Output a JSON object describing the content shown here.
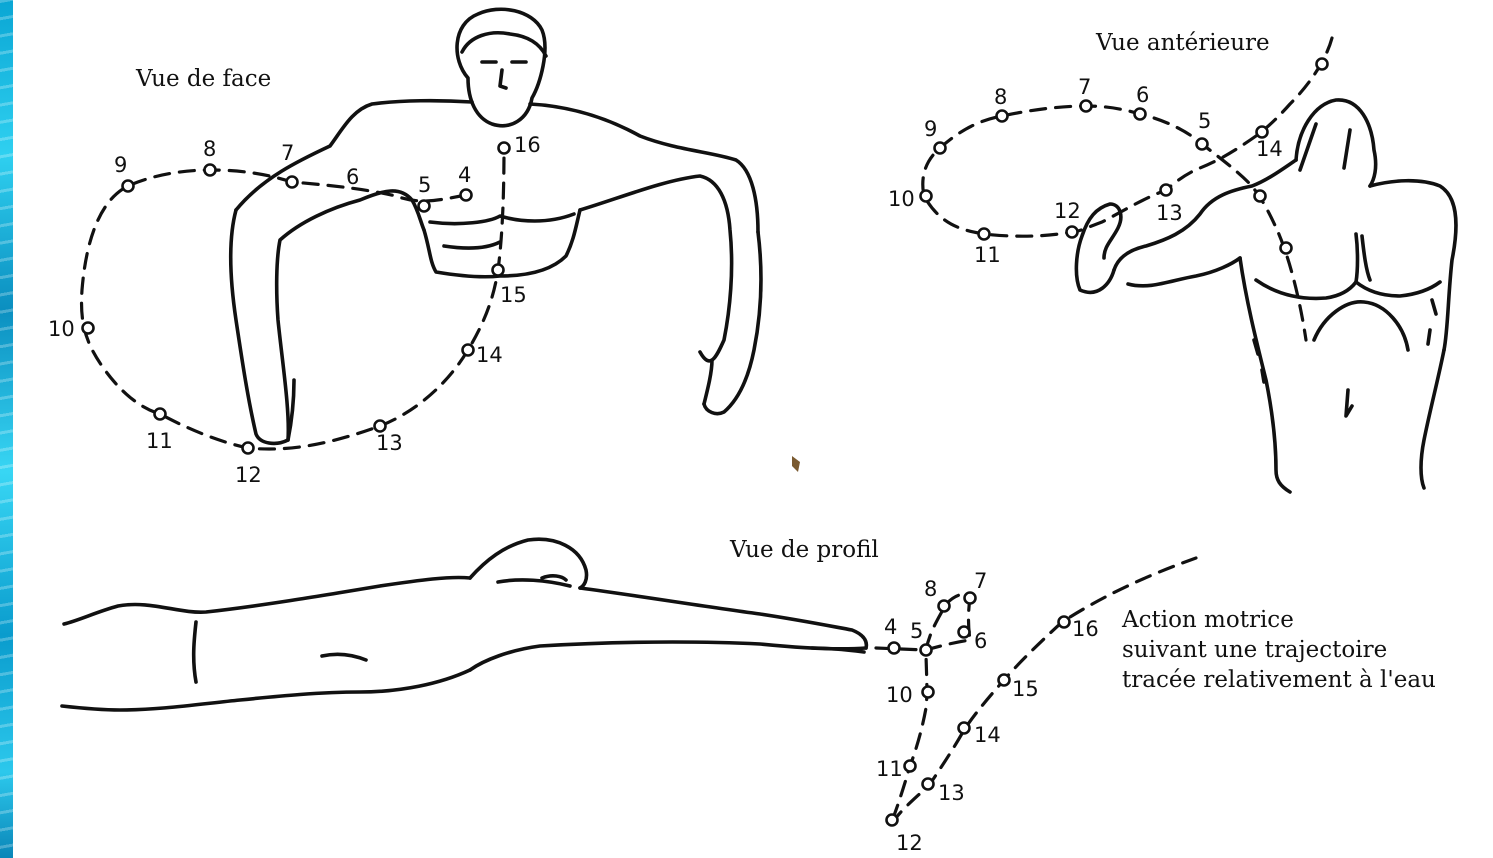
{
  "colors": {
    "ink": "#111111",
    "background": "#ffffff",
    "water_edge": "#18b4e0"
  },
  "views": {
    "face": {
      "title": "Vue de face",
      "points": [
        {
          "id": "4",
          "label": "4"
        },
        {
          "id": "5",
          "label": "5"
        },
        {
          "id": "6",
          "label": "6"
        },
        {
          "id": "7",
          "label": "7"
        },
        {
          "id": "8",
          "label": "8"
        },
        {
          "id": "9",
          "label": "9"
        },
        {
          "id": "10",
          "label": "10"
        },
        {
          "id": "11",
          "label": "11"
        },
        {
          "id": "12",
          "label": "12"
        },
        {
          "id": "13",
          "label": "13"
        },
        {
          "id": "14",
          "label": "14"
        },
        {
          "id": "15",
          "label": "15"
        },
        {
          "id": "16",
          "label": "16"
        }
      ]
    },
    "anterior": {
      "title": "Vue antérieure",
      "points": [
        {
          "id": "5",
          "label": "5"
        },
        {
          "id": "6",
          "label": "6"
        },
        {
          "id": "7",
          "label": "7"
        },
        {
          "id": "8",
          "label": "8"
        },
        {
          "id": "9",
          "label": "9"
        },
        {
          "id": "10",
          "label": "10"
        },
        {
          "id": "11",
          "label": "11"
        },
        {
          "id": "12",
          "label": "12"
        },
        {
          "id": "13",
          "label": "13"
        },
        {
          "id": "14",
          "label": "14"
        }
      ]
    },
    "profile": {
      "title": "Vue de profil",
      "points": [
        {
          "id": "4",
          "label": "4"
        },
        {
          "id": "5",
          "label": "5"
        },
        {
          "id": "6",
          "label": "6"
        },
        {
          "id": "7",
          "label": "7"
        },
        {
          "id": "8",
          "label": "8"
        },
        {
          "id": "10",
          "label": "10"
        },
        {
          "id": "11",
          "label": "11"
        },
        {
          "id": "12",
          "label": "12"
        },
        {
          "id": "13",
          "label": "13"
        },
        {
          "id": "14",
          "label": "14"
        },
        {
          "id": "15",
          "label": "15"
        },
        {
          "id": "16",
          "label": "16"
        }
      ],
      "note_lines": [
        "Action motrice",
        "suivant une trajectoire",
        "tracée relativement à l'eau"
      ]
    }
  }
}
